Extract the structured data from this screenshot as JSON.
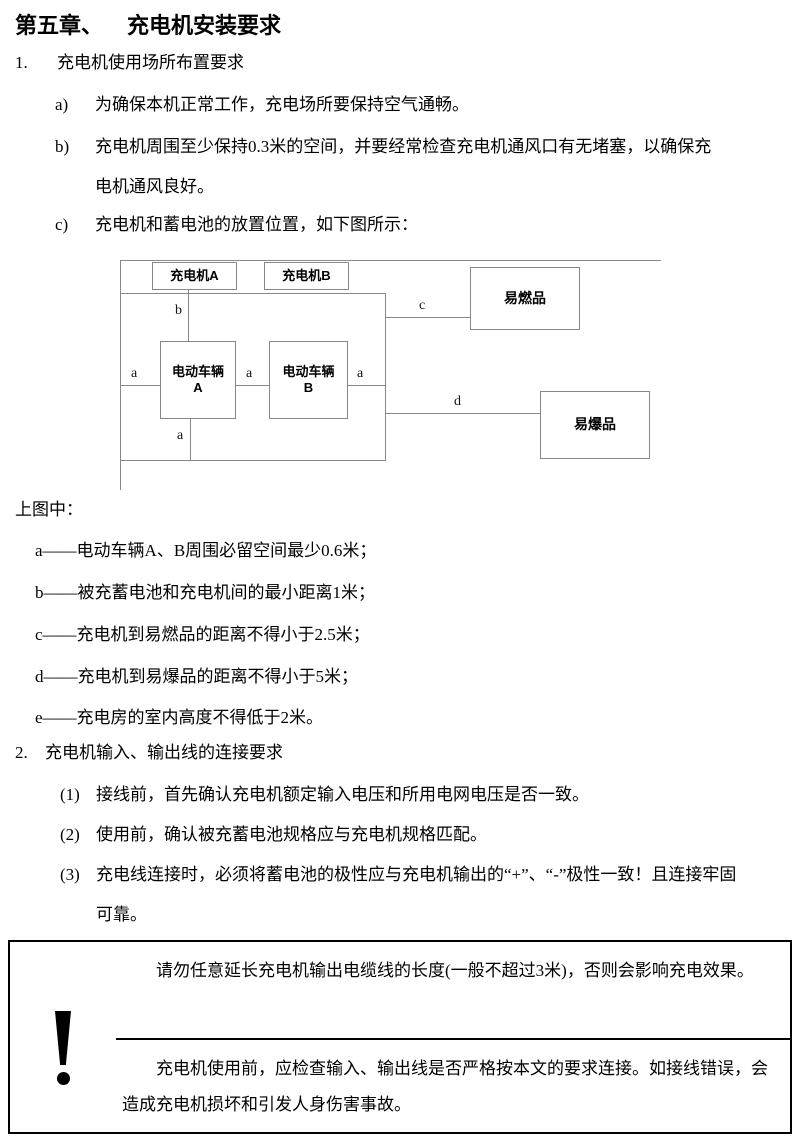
{
  "page": {
    "title_prefix": "第五章、",
    "title_text": "充电机安装要求"
  },
  "section1": {
    "number": "1.",
    "heading": "充电机使用场所布置要求",
    "items": [
      {
        "marker": "a)",
        "text": "为确保本机正常工作，充电场所要保持空气通畅。"
      },
      {
        "marker": "b)",
        "text": "充电机周围至少保持0.3米的空间，并要经常检查充电机通风口有无堵塞，以确保充电机通风良好。"
      },
      {
        "marker": "c)",
        "text": "充电机和蓄电池的放置位置，如下图所示："
      }
    ]
  },
  "diagram": {
    "charger_a": "充电机A",
    "charger_b": "充电机B",
    "vehicle_a": {
      "line1": "电动车辆",
      "line2": "A"
    },
    "vehicle_b": {
      "line1": "电动车辆",
      "line2": "B"
    },
    "flammable": "易燃品",
    "explosive": "易爆品",
    "labels": {
      "a": "a",
      "b": "b",
      "c": "c",
      "d": "d"
    }
  },
  "legend": {
    "intro": "上图中：",
    "items": [
      "a——电动车辆A、B周围必留空间最少0.6米；",
      "b——被充蓄电池和充电机间的最小距离1米；",
      "c——充电机到易燃品的距离不得小于2.5米；",
      "d——充电机到易爆品的距离不得小于5米；",
      "e——充电房的室内高度不得低于2米。"
    ]
  },
  "section2": {
    "number": "2.",
    "heading": "充电机输入、输出线的连接要求",
    "items": [
      {
        "marker": "(1)",
        "text": "接线前，首先确认充电机额定输入电压和所用电网电压是否一致。"
      },
      {
        "marker": "(2)",
        "text": "使用前，确认被充蓄电池规格应与充电机规格匹配。"
      },
      {
        "marker": "(3)",
        "text": "充电线连接时，必须将蓄电池的极性应与充电机输出的“+”、“-”极性一致！且连接牢固可靠。"
      }
    ]
  },
  "warning": {
    "note1": "请勿任意延长充电机输出电缆线的长度(一般不超过3米)，否则会影响充电效果。",
    "note2": "充电机使用前，应检查输入、输出线是否严格按本文的要求连接。如接线错误，会造成充电机损坏和引发人身伤害事故。"
  }
}
